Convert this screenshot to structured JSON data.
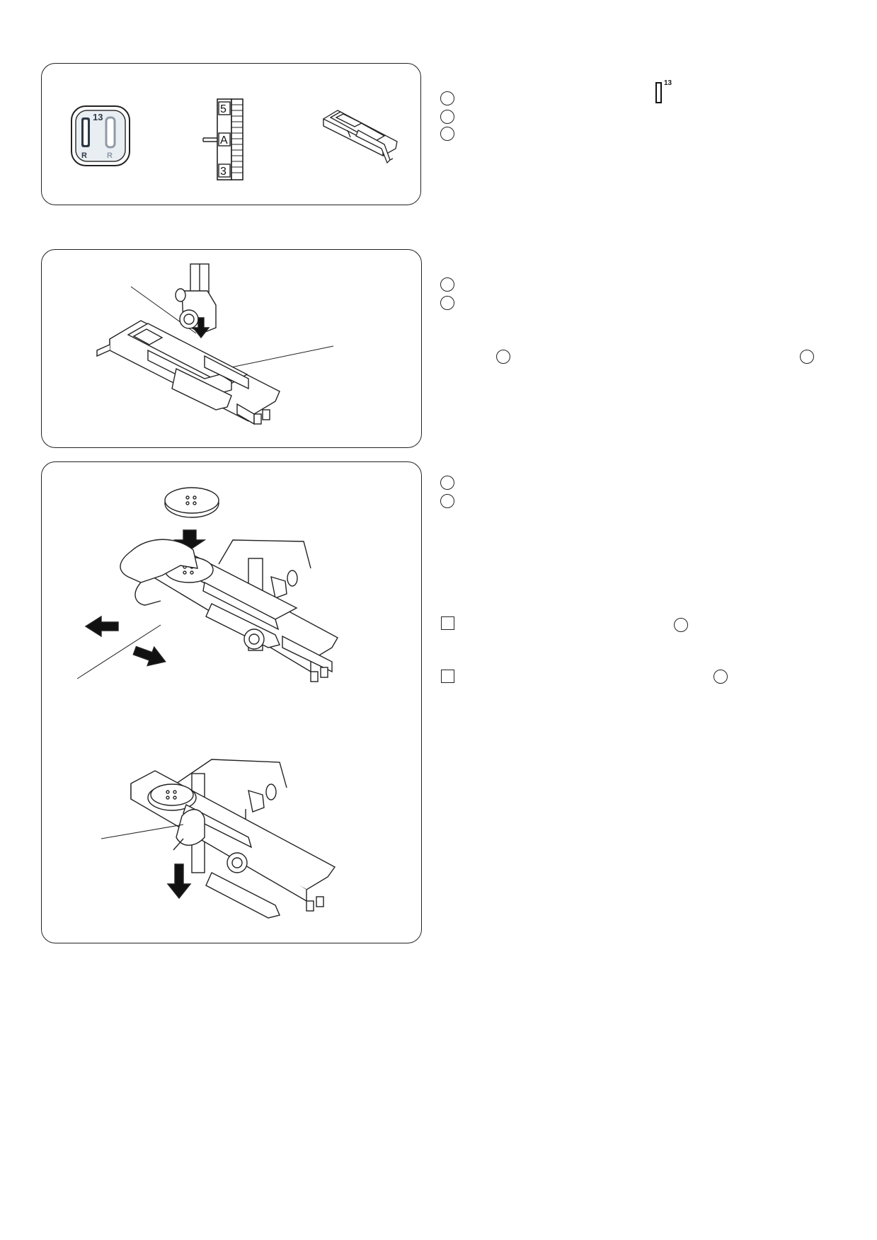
{
  "panel1": {
    "selector_number": "13",
    "selector_left_letter": "R",
    "selector_right_letter": "R",
    "dial_top": "5",
    "dial_mid": "A",
    "dial_bottom": "3"
  },
  "inline_symbol_number": "13",
  "icons": {
    "pattern_selector": "pattern-selector-icon",
    "tension_dial": "tension-dial-icon",
    "presser_foot": "buttonhole-foot-icon",
    "step_circle": "circle-marker-icon",
    "checkbox": "square-marker-icon"
  },
  "colors": {
    "line": "#222222",
    "selector_face": "#e9eef2",
    "selector_active": "#2c3945",
    "selector_inactive": "#8e9aa6"
  }
}
